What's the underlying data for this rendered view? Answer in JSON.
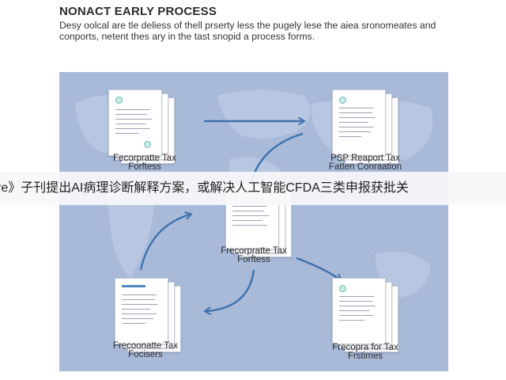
{
  "header": {
    "title": "NONACT EARLY PROCESS",
    "description": "Desy oolcal are tle deliess of thell prserty less the pugely lese the aiea sronomeates and conports, netent thes ary in the tast snopid a process forms."
  },
  "diagram": {
    "nodes": [
      {
        "id": "top-left",
        "label_lines": [
          "Fecorpratte Tax",
          "Forftess"
        ]
      },
      {
        "id": "top-right",
        "label_lines": [
          "PSP Reaport Tax",
          "Fatten Conraation"
        ]
      },
      {
        "id": "center",
        "label_lines": [
          "Frecorpratte Tax",
          "Forftess"
        ]
      },
      {
        "id": "bottom-left",
        "label_lines": [
          "Frecoonatte Tax",
          "Focisers"
        ]
      },
      {
        "id": "bottom-right",
        "label_lines": [
          "Frecopra for Tax",
          "Frstimes"
        ]
      }
    ],
    "colors": {
      "background": "#a9bad9",
      "arrow": "#3f72ad",
      "map": "#b9c8e2",
      "accent_dot": "#c8ece6"
    }
  },
  "banner": {
    "text": "re》子刊提出AI病理诊断解释方案，或解决人工智能CFDA三类申报获批关"
  }
}
